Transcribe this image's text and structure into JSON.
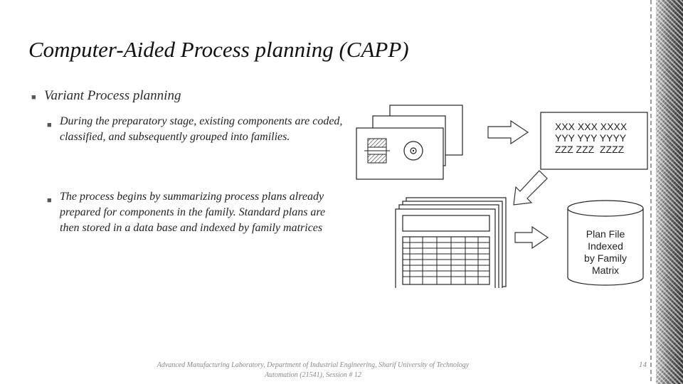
{
  "slide": {
    "title": "Computer-Aided Process planning (CAPP)",
    "bullet": "Variant Process planning",
    "sub_bullets": [
      "During the preparatory stage, existing components are coded, classified, and subsequently grouped into families.",
      "The process begins by summarizing process plans already prepared for components in the family. Standard plans are then stored in a data base and indexed by family matrices"
    ],
    "bullet_marker": "■"
  },
  "diagram": {
    "code_lines": [
      "XXX XXX XXXX",
      "YYY YYY YYYY",
      "ZZZ ZZZ  ZZZZ"
    ],
    "plan_file_lines": [
      "Plan File",
      "Indexed",
      "by Family",
      "Matrix"
    ]
  },
  "footer": {
    "line1": "Advanced Manufacturing Laboratory, Department of Industrial Engineering, Sharif University of Technology",
    "line2": "Automation (21541), Session # 12",
    "page_number": "14"
  }
}
